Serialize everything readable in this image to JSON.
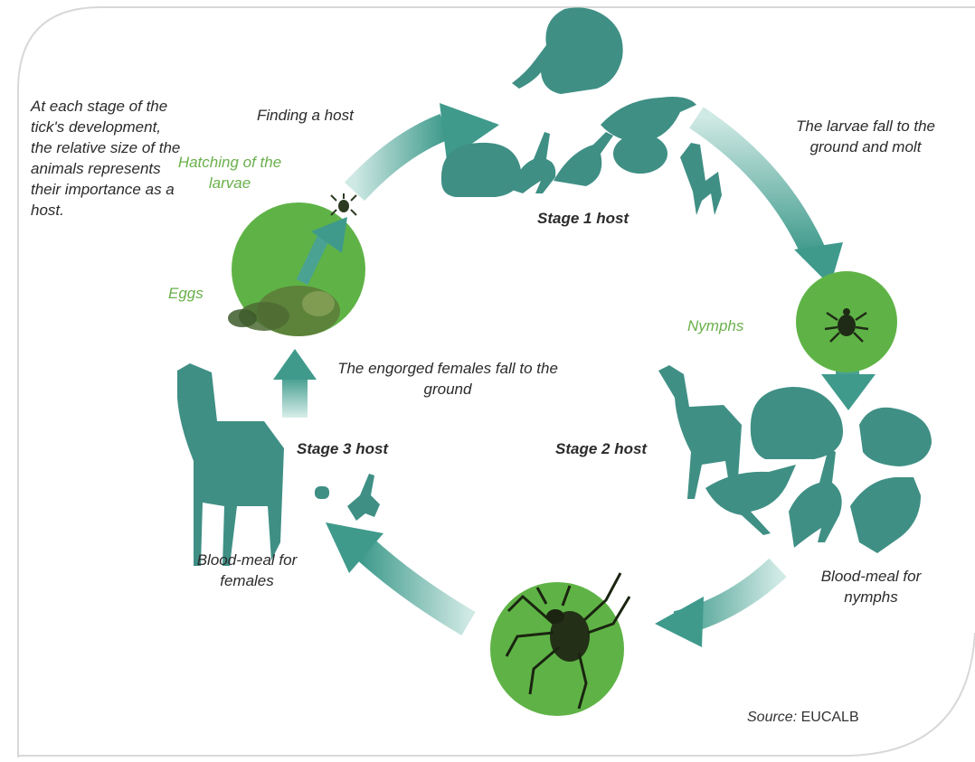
{
  "labels": {
    "side_note": "At each stage of the tick's development, the relative size of the animals represents their importance as a host.",
    "finding_host": "Finding a host",
    "larvae_fall": "The larvae fall to the ground and molt",
    "hatching": "Hatching of the larvae",
    "eggs": "Eggs",
    "stage1": "Stage 1 host",
    "nymphs": "Nymphs",
    "engorged": "The engorged females fall to the ground",
    "stage3": "Stage 3 host",
    "stage2": "Stage 2 host",
    "blood_females": "Blood-meal for females",
    "blood_nymphs": "Blood-meal for nymphs"
  },
  "source": {
    "label": "Source:",
    "value": "EUCALB"
  },
  "colors": {
    "stage_green": "#5fb346",
    "arrow_teal": "#3f9a8c",
    "animal_teal": "#3f8f85",
    "label_green": "#6ab04c",
    "frame": "#d8d8d8"
  },
  "icons": [
    "squirrel-icon",
    "bird-icon",
    "hedgehog-icon",
    "hare-icon",
    "pheasant-icon",
    "mouse-icon",
    "deer-icon",
    "tick-larva-icon",
    "tick-nymph-icon",
    "tick-adult-icon",
    "egg-mass-icon"
  ]
}
